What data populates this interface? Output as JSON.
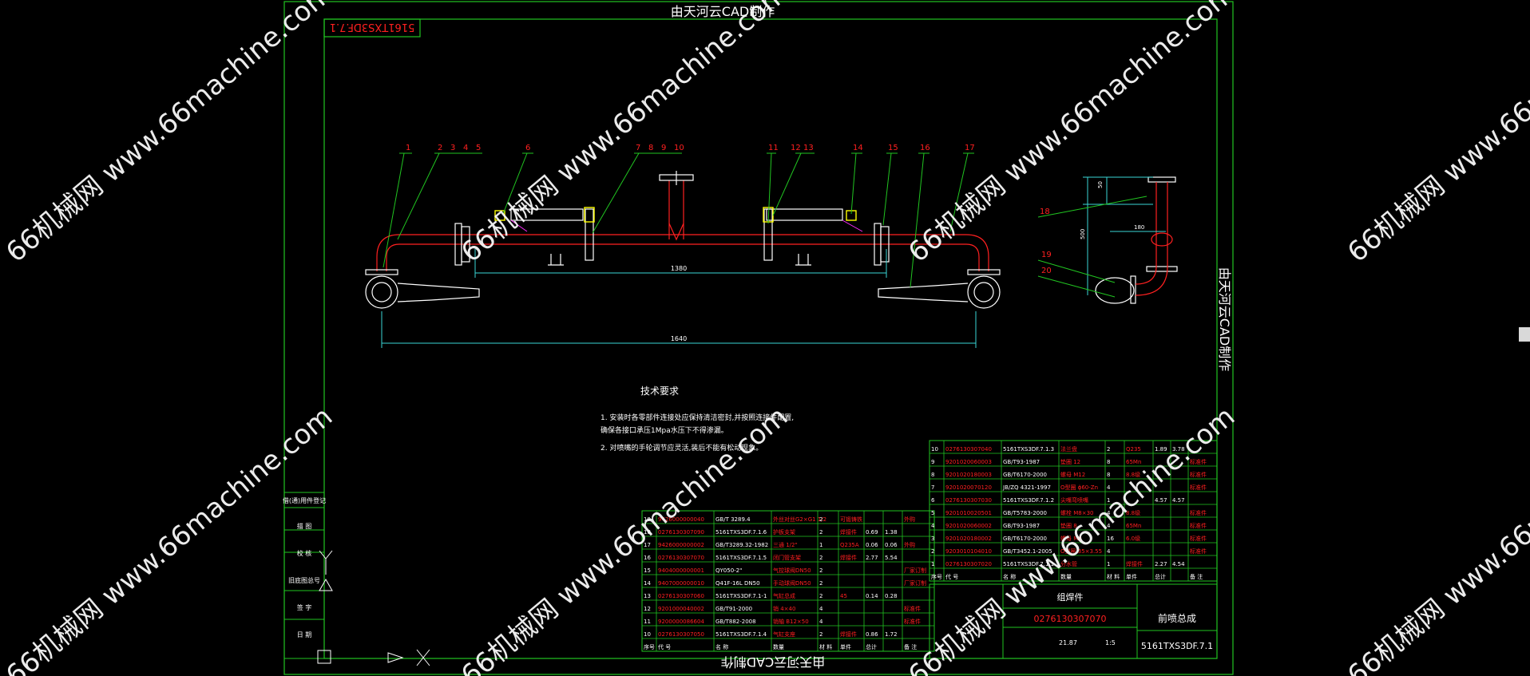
{
  "window": {
    "title": "由天河云CAD制作",
    "bottom_title": "由天河云CAD制作",
    "side_title": "由天河云CAD制作"
  },
  "drawing": {
    "number_box": "5161TXS3DF.7.1",
    "part_labels": [
      "1",
      "2",
      "3",
      "4",
      "5",
      "6",
      "7",
      "8",
      "9",
      "10",
      "11",
      "12",
      "13",
      "14",
      "15",
      "16",
      "17",
      "18",
      "19",
      "20"
    ],
    "dim_inner": "1380",
    "dim_overall": "1640",
    "side_dims": [
      "50",
      "500",
      "180"
    ]
  },
  "tech": {
    "title": "技术要求",
    "req1a": "1. 安装时各零部件连接处应保持清洁密封,并按照连接件配置,",
    "req1b": "   确保各接口承压1Mpa水压下不得渗漏。",
    "req2": "2. 对喷嘴的手轮调节应灵活,装后不能有松动现象。"
  },
  "left_column": [
    "借(通)用件登记",
    "描 图",
    "校 核",
    "旧底图总号",
    "签 字",
    "日 期"
  ],
  "bom_left": {
    "rows": [
      [
        "19",
        "9426000000040",
        "GB/T 3289.4",
        "外丝对丝G2×G1 1/2",
        "2",
        "可锻铸铁",
        "",
        "",
        "外购"
      ],
      [
        "18",
        "0276130307090",
        "5161TXS3DF.7.1.6",
        "护板支架",
        "2",
        "焊接件",
        "0.69",
        "1.38",
        ""
      ],
      [
        "17",
        "9426000000002",
        "GB/T3289.32-1982",
        "三通 1/2\"",
        "1",
        "Q235A",
        "0.06",
        "0.06",
        "外购"
      ],
      [
        "16",
        "0276130307070",
        "5161TXS3DF.7.1.5",
        "闭门管支架",
        "2",
        "焊接件",
        "2.77",
        "5.54",
        ""
      ],
      [
        "15",
        "9404000000001",
        "QY050-2\"",
        "气控球阀DN50",
        "2",
        "",
        "",
        "",
        "厂家订制"
      ],
      [
        "14",
        "9407000000010",
        "Q41F-16L DN50",
        "手动球阀DN50",
        "2",
        "",
        "",
        "",
        "厂家订制"
      ],
      [
        "13",
        "0276130307060",
        "5161TXS3DF.7.1-1",
        "气缸总成",
        "2",
        "45",
        "0.14",
        "0.28",
        ""
      ],
      [
        "12",
        "9201000040002",
        "GB/T91-2000",
        "销 4×40",
        "4",
        "",
        "",
        "",
        "标准件"
      ],
      [
        "11",
        "9200000086604",
        "GB/T882-2008",
        "销轴 B12×50",
        "4",
        "",
        "",
        "",
        "标准件"
      ],
      [
        "10",
        "0276130307050",
        "5161TXS3DF.7.1.4",
        "气缸支座",
        "2",
        "焊接件",
        "0.86",
        "1.72",
        ""
      ]
    ],
    "header": [
      "序号",
      "代 号",
      "名 称",
      "数量",
      "材 料",
      "单件",
      "总计",
      "备 注"
    ]
  },
  "bom_right": {
    "rows": [
      [
        "10",
        "0276130307040",
        "5161TXS3DF.7.1.3",
        "法兰盘",
        "2",
        "Q235",
        "1.89",
        "3.78",
        ""
      ],
      [
        "9",
        "9201020060003",
        "GB/T93-1987",
        "垫圈 12",
        "8",
        "65Mn",
        "",
        "",
        "标准件"
      ],
      [
        "8",
        "9201020180003",
        "GB/T6170-2000",
        "螺母 M12",
        "8",
        "8.8级",
        "",
        "",
        "标准件"
      ],
      [
        "7",
        "9201020070120",
        "JB/ZQ 4321-1997",
        "O型圈 ϕ60-Zn",
        "4",
        "",
        "",
        "",
        "标准件"
      ],
      [
        "6",
        "0276130307030",
        "5161TXS3DF.7.1.2",
        "尖嘴弯喷嘴",
        "1",
        "",
        "4.57",
        "4.57",
        ""
      ],
      [
        "5",
        "9201010020501",
        "GB/T5783-2000",
        "螺栓 M8×30",
        "4",
        "8.8级",
        "",
        "",
        "标准件"
      ],
      [
        "4",
        "9201020060002",
        "GB/T93-1987",
        "垫圈 8",
        "4",
        "65Mn",
        "",
        "",
        "标准件"
      ],
      [
        "3",
        "9201020180002",
        "GB/T6170-2000",
        "螺母 M8",
        "16",
        "6.0级",
        "",
        "",
        "标准件"
      ],
      [
        "2",
        "9203010104010",
        "GB/T3452.1-2005",
        "O型圈 35×3.55",
        "4",
        "",
        "",
        "",
        "标准件"
      ],
      [
        "1",
        "0276130307020",
        "5161TXS3DF.7.1.1",
        "分水管",
        "1",
        "焊接件",
        "2.27",
        "4.54",
        ""
      ]
    ],
    "header": [
      "序号",
      "代 号",
      "名 称",
      "数量",
      "材 料",
      "单件",
      "总计",
      "备 注"
    ]
  },
  "title_block": {
    "type": "组焊件",
    "code": "0276130307070",
    "name": "前喷总成",
    "drawing_no": "5161TXS3DF.7.1",
    "weight": "21.87",
    "scale": "1:5"
  },
  "watermark": {
    "text": "66机械网 www.66machine.com"
  },
  "colors": {
    "frame": "#21c521",
    "red": "#ff2020",
    "white": "#ffffff",
    "cyan": "#3ad6d6",
    "magenta": "#ff2cff",
    "yellow": "#ffff00"
  }
}
